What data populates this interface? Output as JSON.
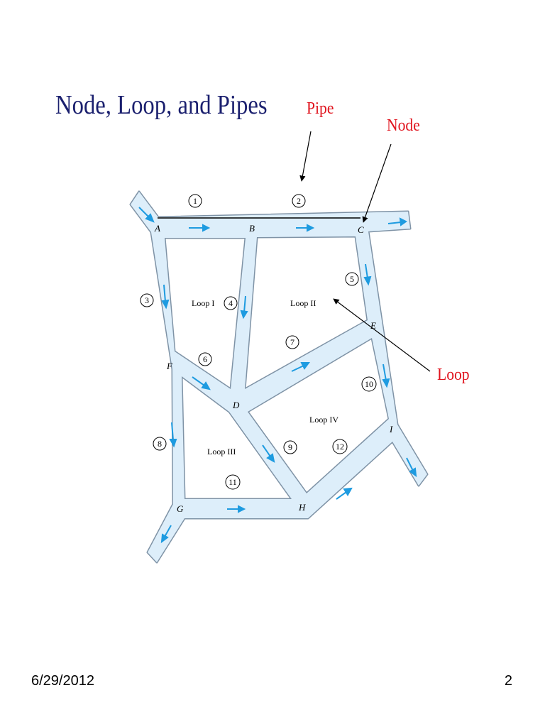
{
  "slide": {
    "title": "Node, Loop, and Pipes",
    "date": "6/29/2012",
    "page_number": "2"
  },
  "callouts": {
    "pipe": "Pipe",
    "node": "Node",
    "loop": "Loop"
  },
  "nodes": [
    "A",
    "B",
    "C",
    "E",
    "F",
    "D",
    "I",
    "G",
    "H"
  ],
  "pipes": [
    "1",
    "2",
    "3",
    "4",
    "5",
    "6",
    "7",
    "8",
    "9",
    "10",
    "11",
    "12"
  ],
  "loops": [
    "Loop I",
    "Loop II",
    "Loop III",
    "Loop IV"
  ],
  "colors": {
    "title": "#1a1f6e",
    "callout": "#e0141e",
    "pipe_fill": "#ddeefa",
    "pipe_edge": "#7f93a6",
    "flow_arrow": "#1e9be0"
  }
}
